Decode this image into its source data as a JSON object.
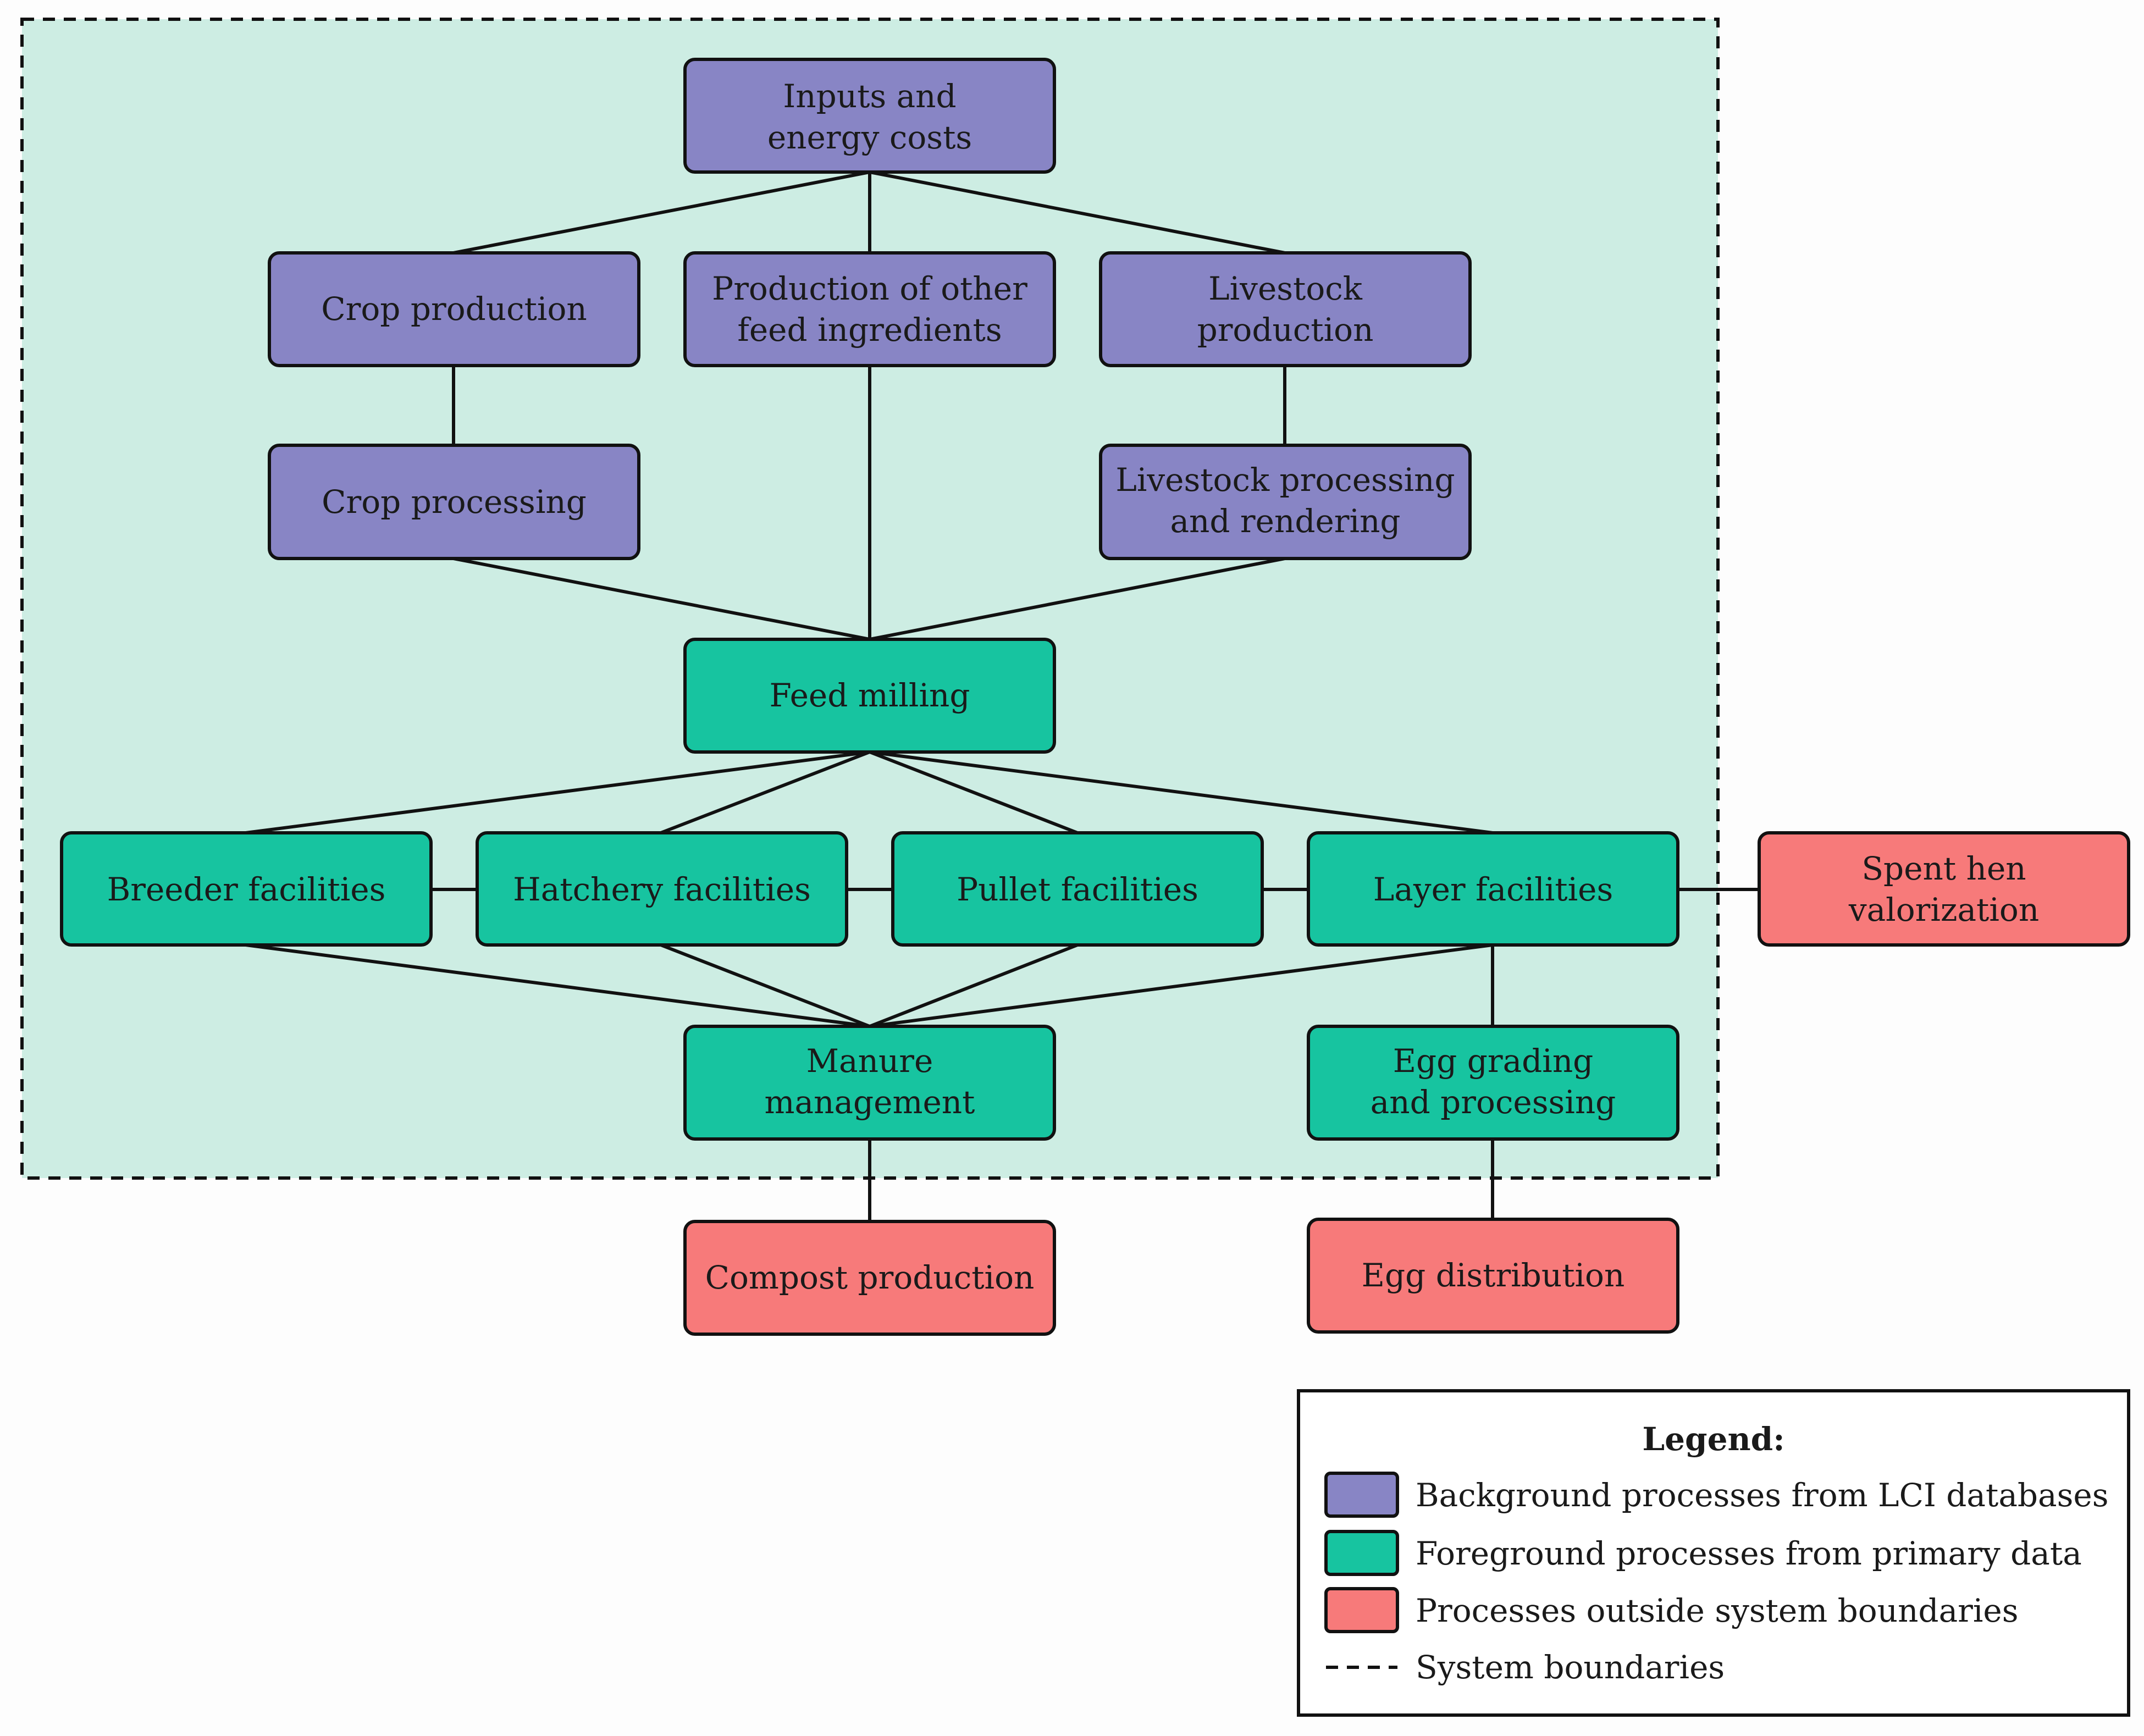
{
  "colors": {
    "background_process": "#8885c5",
    "foreground_process": "#17c4a0",
    "outside_process": "#f77a7a",
    "boundary_fill": "#cdede3",
    "line": "#111111"
  },
  "nodes": {
    "inputs": [
      "Inputs and",
      "energy costs"
    ],
    "crop_production": [
      "Crop production"
    ],
    "other_feed": [
      "Production of other",
      "feed ingredients"
    ],
    "livestock_production": [
      "Livestock",
      "production"
    ],
    "crop_processing": [
      "Crop processing"
    ],
    "livestock_processing": [
      "Livestock processing",
      "and rendering"
    ],
    "feed_milling": [
      "Feed milling"
    ],
    "breeder": [
      "Breeder facilities"
    ],
    "hatchery": [
      "Hatchery facilities"
    ],
    "pullet": [
      "Pullet facilities"
    ],
    "layer": [
      "Layer facilities"
    ],
    "spent_hen": [
      "Spent hen",
      "valorization"
    ],
    "manure": [
      "Manure",
      "management"
    ],
    "egg_grading": [
      "Egg grading",
      "and processing"
    ],
    "compost": [
      "Compost production"
    ],
    "egg_distribution": [
      "Egg distribution"
    ]
  },
  "legend": {
    "title": "Legend:",
    "background": "Background processes from LCI databases",
    "foreground": "Foreground processes from primary data",
    "outside": "Processes outside system boundaries",
    "boundary": "System boundaries"
  }
}
